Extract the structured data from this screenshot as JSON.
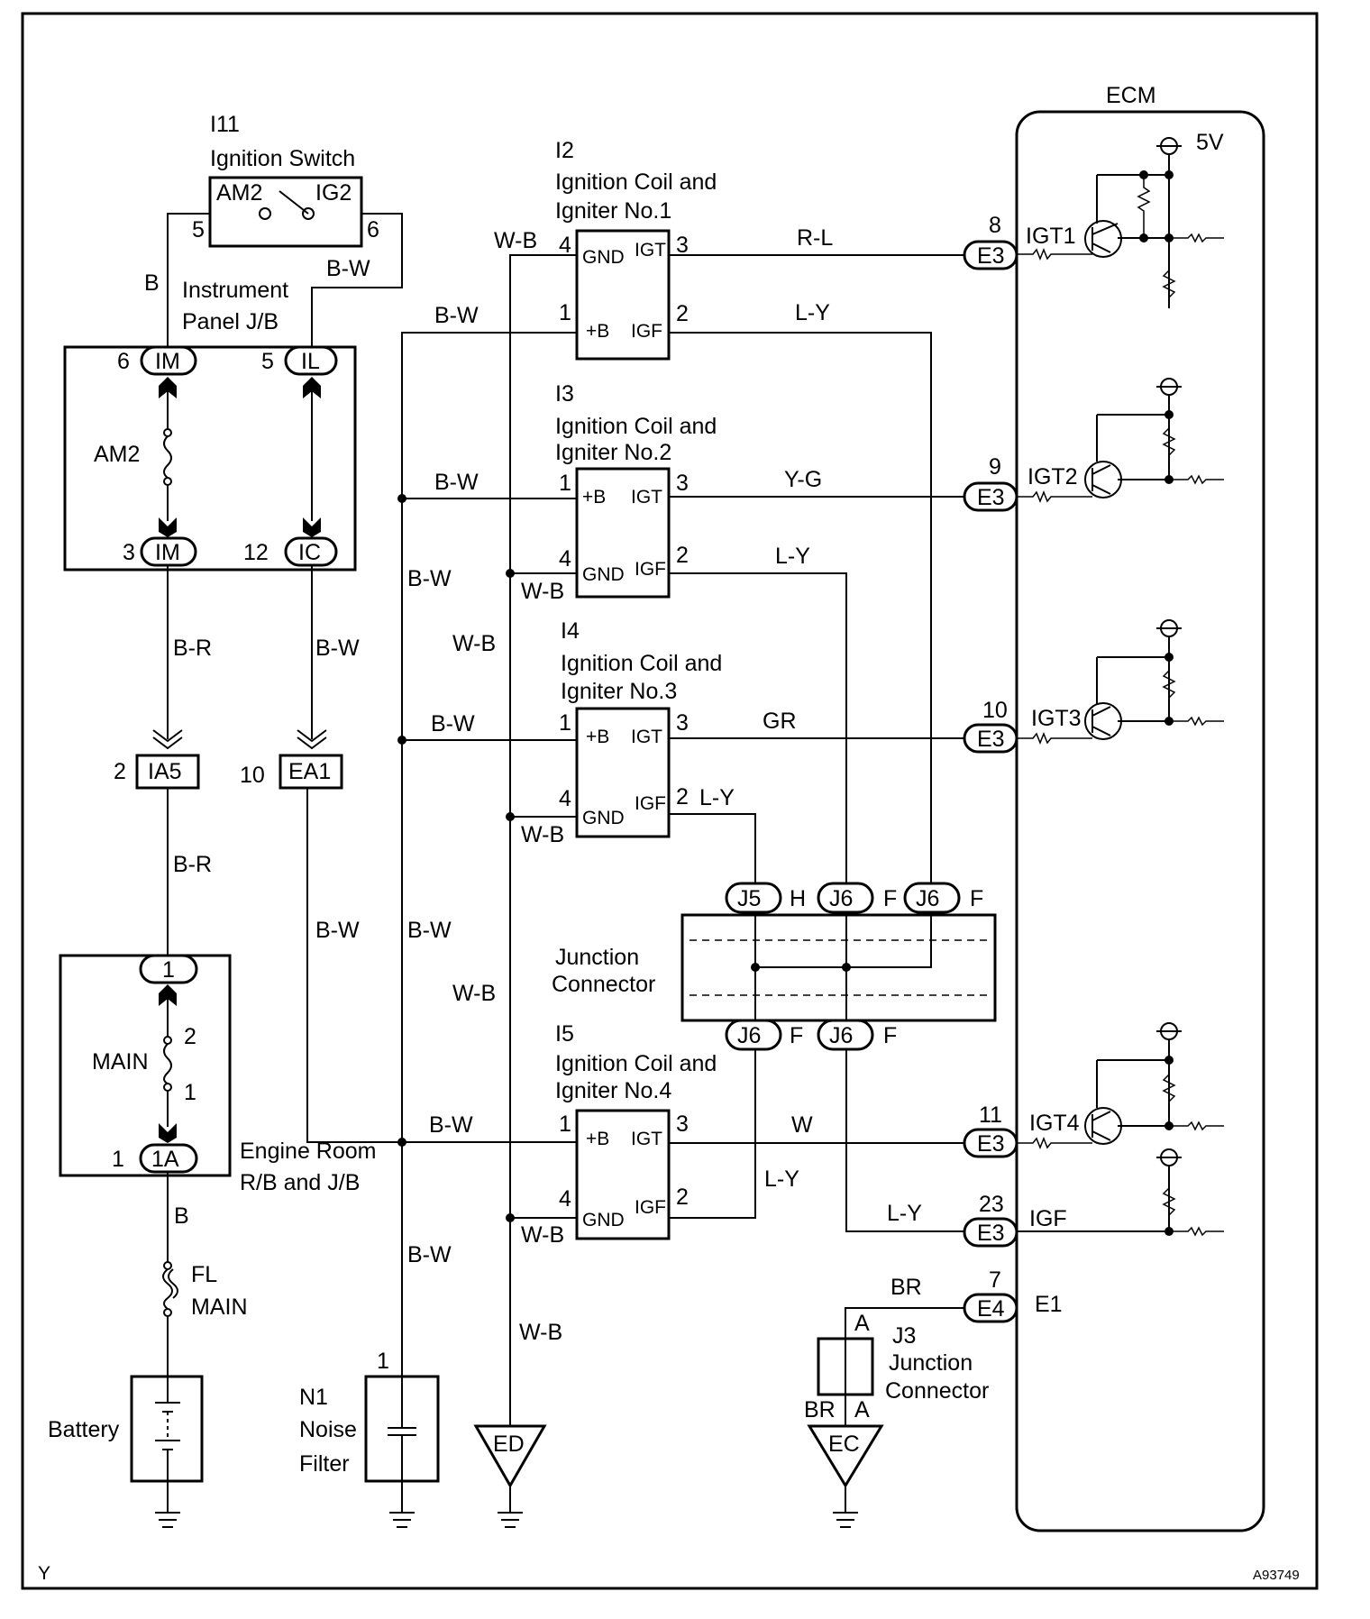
{
  "ecm": {
    "title": "ECM",
    "supply": "5V",
    "pins": [
      "IGT1",
      "IGT2",
      "IGT3",
      "IGT4",
      "IGF",
      "E1"
    ]
  },
  "ignition_switch": {
    "code": "I11",
    "name": "Ignition Switch",
    "term_a": "AM2",
    "term_b": "IG2",
    "pin_a": "5",
    "pin_b": "6"
  },
  "instrument_jb": {
    "name_line1": "Instrument",
    "name_line2": "Panel J/B",
    "fuse": "AM2",
    "conn_im_top": "IM",
    "conn_il": "IL",
    "conn_im_bot": "IM",
    "conn_ic": "IC",
    "pin_im_top": "6",
    "pin_il": "5",
    "pin_im_bot": "3",
    "pin_ic": "12"
  },
  "connectors": {
    "ia5": "IA5",
    "ia5_pin": "2",
    "ea1": "EA1",
    "ea1_pin": "10"
  },
  "engine_room": {
    "name_line1": "Engine Room",
    "name_line2": "R/B and J/B",
    "fuse": "MAIN",
    "conn_top": "1",
    "conn_bot": "1A",
    "pin_bot": "1",
    "fuse_pin_a": "2",
    "fuse_pin_b": "1"
  },
  "fusible_link": {
    "line1": "FL",
    "line2": "MAIN"
  },
  "battery": {
    "label": "Battery"
  },
  "noise_filter": {
    "code": "N1",
    "line1": "Noise",
    "line2": "Filter",
    "pin": "1"
  },
  "grounds": {
    "ed": "ED",
    "ec": "EC"
  },
  "coils": [
    {
      "code": "I2",
      "line1": "Ignition Coil and",
      "line2": "Igniter No.1"
    },
    {
      "code": "I3",
      "line1": "Ignition Coil and",
      "line2": "Igniter No.2"
    },
    {
      "code": "I4",
      "line1": "Ignition Coil and",
      "line2": "Igniter No.3"
    },
    {
      "code": "I5",
      "line1": "Ignition Coil and",
      "line2": "Igniter No.4"
    }
  ],
  "coil_terms": {
    "gnd": "GND",
    "b": "+B",
    "igt": "IGT",
    "igf": "IGF"
  },
  "coil_pins": {
    "p1": "1",
    "p2": "2",
    "p3": "3",
    "p4": "4"
  },
  "junction": {
    "line1": "Junction",
    "line2": "Connector",
    "j5": "J5",
    "j6": "J6",
    "h": "H",
    "f": "F"
  },
  "j3": {
    "code": "J3",
    "line1": "Junction",
    "line2": "Connector",
    "a": "A"
  },
  "ecm_conn": {
    "e3": "E3",
    "e4": "E4",
    "pin8": "8",
    "pin9": "9",
    "pin10": "10",
    "pin11": "11",
    "pin23": "23",
    "pin7": "7"
  },
  "wires": {
    "b": "B",
    "bw": "B-W",
    "br": "B-R",
    "wb": "W-B",
    "rl": "R-L",
    "ly": "L-Y",
    "yg": "Y-G",
    "gr": "GR",
    "w": "W",
    "brn": "BR"
  },
  "footer": {
    "left": "Y",
    "right": "A93749"
  }
}
